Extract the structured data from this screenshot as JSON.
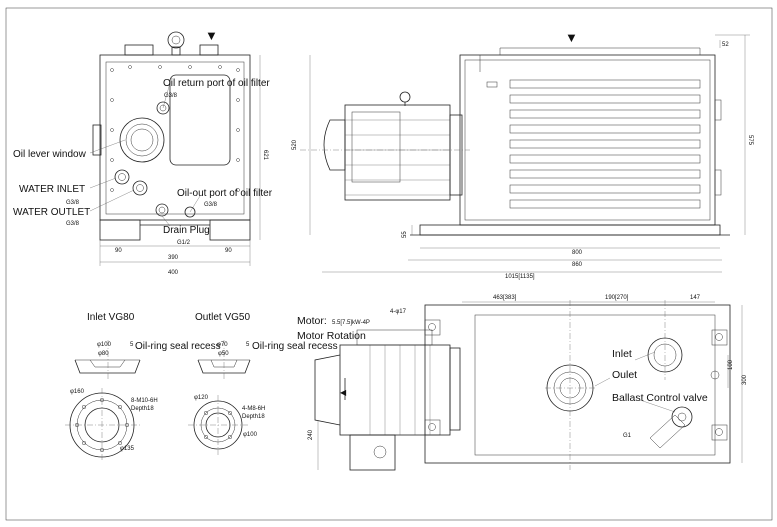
{
  "labels": {
    "oil_return_port": "Oil return port of oil filter",
    "oil_lever_window": "Oil lever window",
    "water_inlet": "WATER INLET",
    "water_outlet": "WATER OUTLET",
    "oil_out_port": "Oil-out port of oil filter",
    "drain_plug": "Drain Plug",
    "inlet_vg80": "Inlet VG80",
    "outlet_vg50": "Outlet VG50",
    "oil_ring_recess_1": "Oil-ring seal recess",
    "oil_ring_recess_2": "Oil-ring seal recess",
    "motor": "Motor:",
    "motor_spec": "5.5[7.5]kW-4P",
    "motor_rotation": "Motor Rotation",
    "inlet": "Inlet",
    "outlet": "Oulet",
    "ballast_valve": "Ballast Control valve"
  },
  "dims": {
    "thread_g38_a": "G3/8",
    "thread_g38_b": "G3/8",
    "thread_g38_c": "G3/8",
    "thread_g38_d": "G3/8",
    "thread_g12": "G1/2",
    "d90_left": "90",
    "d90_right": "90",
    "d390": "390",
    "d400": "400",
    "d621": "621",
    "d52": "52",
    "d575": "575",
    "d520": "520",
    "d55": "55",
    "d800": "800",
    "d860": "860",
    "d1015": "1015[1135]",
    "d100_in": "φ100",
    "d80_in": "φ80",
    "d5_in": "5",
    "d70_out": "φ70",
    "d50_out": "φ50",
    "d5_out": "5",
    "d160": "φ160",
    "m10": "8-M10-6H",
    "depth18_a": "Depth18",
    "d135": "φ135",
    "d120": "φ120",
    "m8": "4-M8-6H",
    "depth18_b": "Depth18",
    "d100_b": "φ100",
    "d17": "4-φ17",
    "d463": "463[383]",
    "d190": "190[270]",
    "d147": "147",
    "d100_side": "100",
    "d300": "300",
    "d240": "240",
    "g1": "G1"
  }
}
